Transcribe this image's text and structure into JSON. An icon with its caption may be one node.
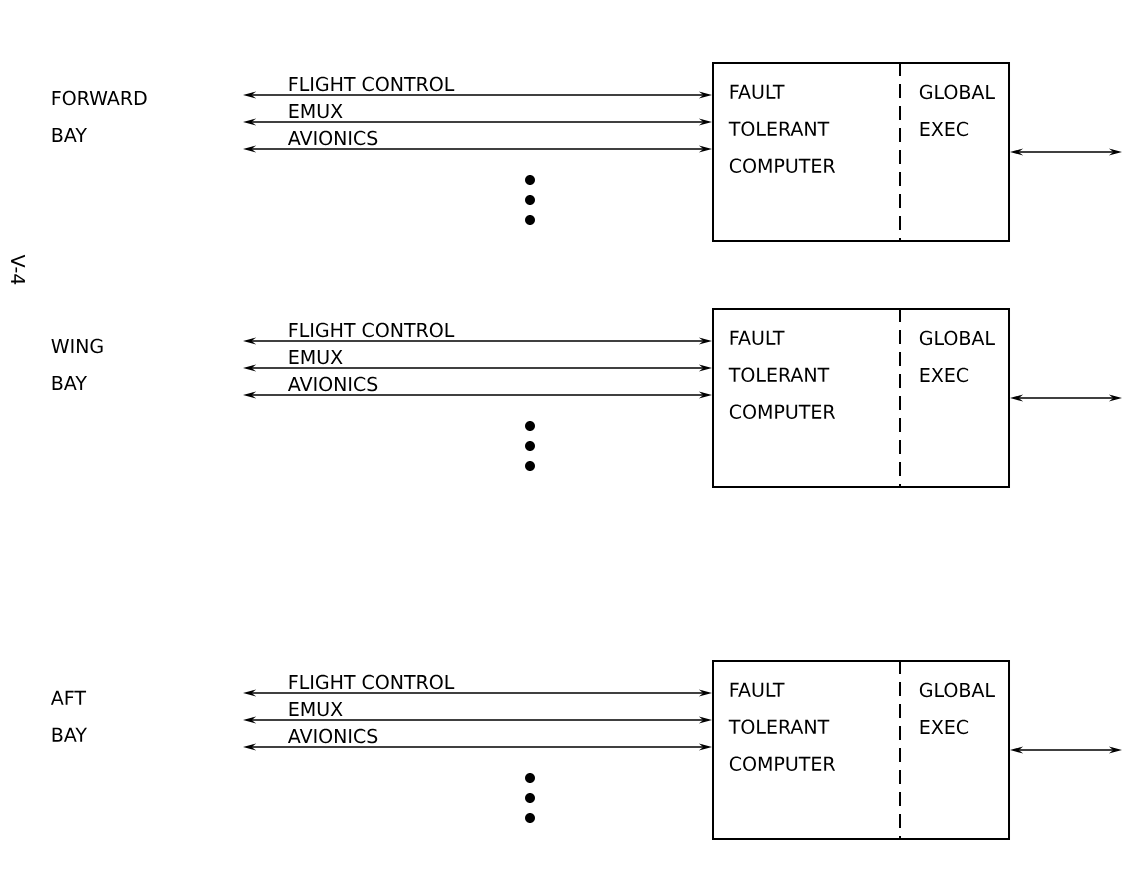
{
  "diagram": {
    "nodes": [
      {
        "text": [
          "FAULT TOLERANT COMPUTER",
          "GLOBAL EXEC"
        ]
      },
      {
        "text": [
          "FAULT TOLERANT COMPUTER",
          "GLOBAL EXEC"
        ]
      },
      {
        "text": [
          "FAULT TOLERANT COMPUTER",
          "GLOBAL EXEC"
        ]
      }
    ],
    "edges": [
      {
        "from": null,
        "to": 0,
        "arrow": "both",
        "label": "FLIGHT CONTROL"
      },
      {
        "from": null,
        "to": 0,
        "arrow": "both",
        "label": "EMUX"
      },
      {
        "from": null,
        "to": 0,
        "arrow": "both",
        "label": "AVIONICS"
      },
      {
        "from": 0,
        "to": null,
        "arrow": "both"
      },
      {
        "from": null,
        "to": 1,
        "arrow": "both",
        "label": "FLIGHT CONTROL"
      },
      {
        "from": null,
        "to": 1,
        "arrow": "both",
        "label": "EMUX"
      },
      {
        "from": null,
        "to": 1,
        "arrow": "both",
        "label": "AVIONICS"
      },
      {
        "from": 1,
        "to": null,
        "arrow": "both"
      },
      {
        "from": null,
        "to": 2,
        "arrow": "both",
        "label": "FLIGHT CONTROL"
      },
      {
        "from": null,
        "to": 2,
        "arrow": "both",
        "label": "EMUX"
      },
      {
        "from": null,
        "to": 2,
        "arrow": "both",
        "label": "AVIONICS"
      },
      {
        "from": 2,
        "to": null,
        "arrow": "both"
      }
    ],
    "labels": [
      "FORWARD BAY",
      "V-4",
      "WING BAY",
      "AFT BAY"
    ]
  }
}
